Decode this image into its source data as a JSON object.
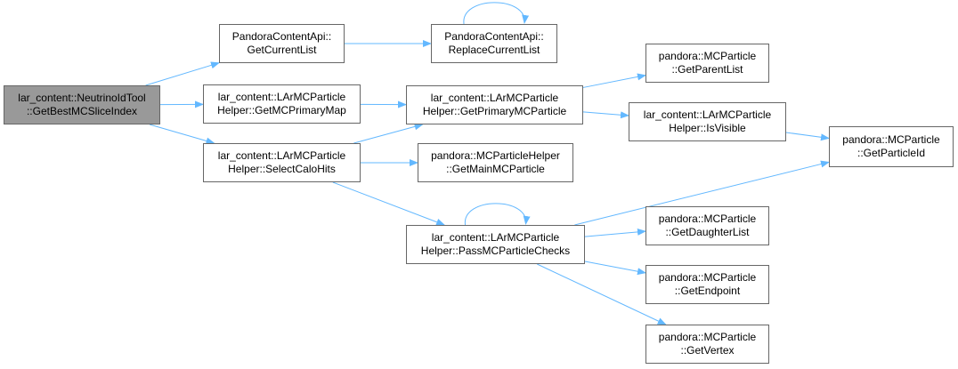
{
  "colors": {
    "edge": "#63B8FF",
    "node_border": "#666666",
    "current_node_fill": "#999999",
    "node_fill": "#ffffff"
  },
  "nodes": {
    "root": {
      "line1": "lar_content::NeutrinoIdTool",
      "line2": "::GetBestMCSliceIndex"
    },
    "getCurrentList": {
      "line1": "PandoraContentApi::",
      "line2": "GetCurrentList"
    },
    "replaceCurrentList": {
      "line1": "PandoraContentApi::",
      "line2": "ReplaceCurrentList"
    },
    "getMCPrimaryMap": {
      "line1": "lar_content::LArMCParticle",
      "line2": "Helper::GetMCPrimaryMap"
    },
    "selectCaloHits": {
      "line1": "lar_content::LArMCParticle",
      "line2": "Helper::SelectCaloHits"
    },
    "getPrimaryMCParticle": {
      "line1": "lar_content::LArMCParticle",
      "line2": "Helper::GetPrimaryMCParticle"
    },
    "getMainMCParticle": {
      "line1": "pandora::MCParticleHelper",
      "line2": "::GetMainMCParticle"
    },
    "passMCParticleChecks": {
      "line1": "lar_content::LArMCParticle",
      "line2": "Helper::PassMCParticleChecks"
    },
    "getParentList": {
      "line1": "pandora::MCParticle",
      "line2": "::GetParentList"
    },
    "isVisible": {
      "line1": "lar_content::LArMCParticle",
      "line2": "Helper::IsVisible"
    },
    "getParticleId": {
      "line1": "pandora::MCParticle",
      "line2": "::GetParticleId"
    },
    "getDaughterList": {
      "line1": "pandora::MCParticle",
      "line2": "::GetDaughterList"
    },
    "getEndpoint": {
      "line1": "pandora::MCParticle",
      "line2": "::GetEndpoint"
    },
    "getVertex": {
      "line1": "pandora::MCParticle",
      "line2": "::GetVertex"
    }
  },
  "edges": [
    {
      "from": "root",
      "to": "getCurrentList"
    },
    {
      "from": "root",
      "to": "getMCPrimaryMap"
    },
    {
      "from": "root",
      "to": "selectCaloHits"
    },
    {
      "from": "getCurrentList",
      "to": "replaceCurrentList"
    },
    {
      "from": "replaceCurrentList",
      "to": "replaceCurrentList"
    },
    {
      "from": "getMCPrimaryMap",
      "to": "getPrimaryMCParticle"
    },
    {
      "from": "selectCaloHits",
      "to": "getPrimaryMCParticle"
    },
    {
      "from": "selectCaloHits",
      "to": "getMainMCParticle"
    },
    {
      "from": "selectCaloHits",
      "to": "passMCParticleChecks"
    },
    {
      "from": "getPrimaryMCParticle",
      "to": "getParentList"
    },
    {
      "from": "getPrimaryMCParticle",
      "to": "isVisible"
    },
    {
      "from": "isVisible",
      "to": "getParticleId"
    },
    {
      "from": "passMCParticleChecks",
      "to": "getParticleId"
    },
    {
      "from": "passMCParticleChecks",
      "to": "passMCParticleChecks"
    },
    {
      "from": "passMCParticleChecks",
      "to": "getDaughterList"
    },
    {
      "from": "passMCParticleChecks",
      "to": "getEndpoint"
    },
    {
      "from": "passMCParticleChecks",
      "to": "getVertex"
    }
  ]
}
